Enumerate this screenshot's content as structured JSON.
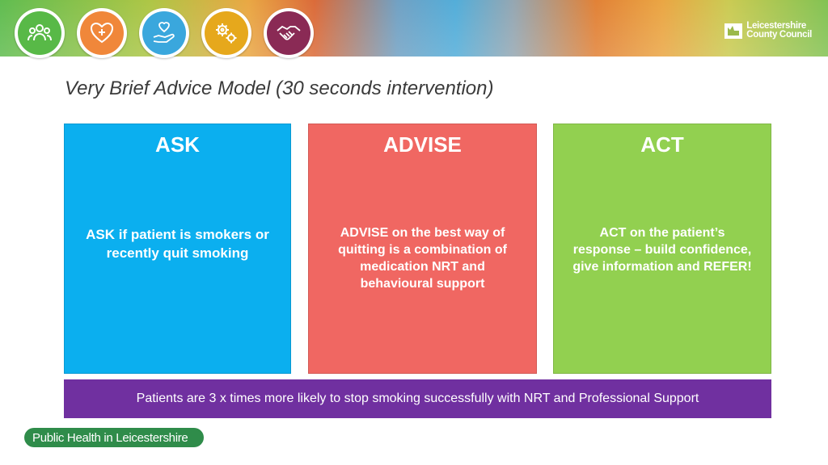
{
  "header": {
    "icons": [
      {
        "name": "people-icon",
        "color": "#58b947"
      },
      {
        "name": "heart-icon",
        "color": "#f0873a"
      },
      {
        "name": "hand-heart-icon",
        "color": "#3aa7dd"
      },
      {
        "name": "gears-icon",
        "color": "#e6a81c"
      },
      {
        "name": "handshake-icon",
        "color": "#8a2a55"
      }
    ],
    "logo": {
      "line1": "Leicestershire",
      "line2": "County Council"
    }
  },
  "title": "Very Brief Advice Model (30 seconds intervention)",
  "cards": [
    {
      "heading": "ASK",
      "body": "ASK if patient is smokers or recently quit smoking",
      "color": "#0bafef"
    },
    {
      "heading": "ADVISE",
      "body": "ADVISE on the best way of quitting is a combination of medication NRT and behavioural support",
      "color": "#f06762"
    },
    {
      "heading": "ACT",
      "body": "ACT on the patient’s response – build confidence, give information and REFER!",
      "color": "#92d050"
    }
  ],
  "banner": {
    "text": "Patients are 3 x times more likely to stop smoking successfully with NRT and Professional Support",
    "color": "#7030a0"
  },
  "footer": {
    "label": "Public Health in Leicestershire",
    "color": "#2f8c4a"
  }
}
